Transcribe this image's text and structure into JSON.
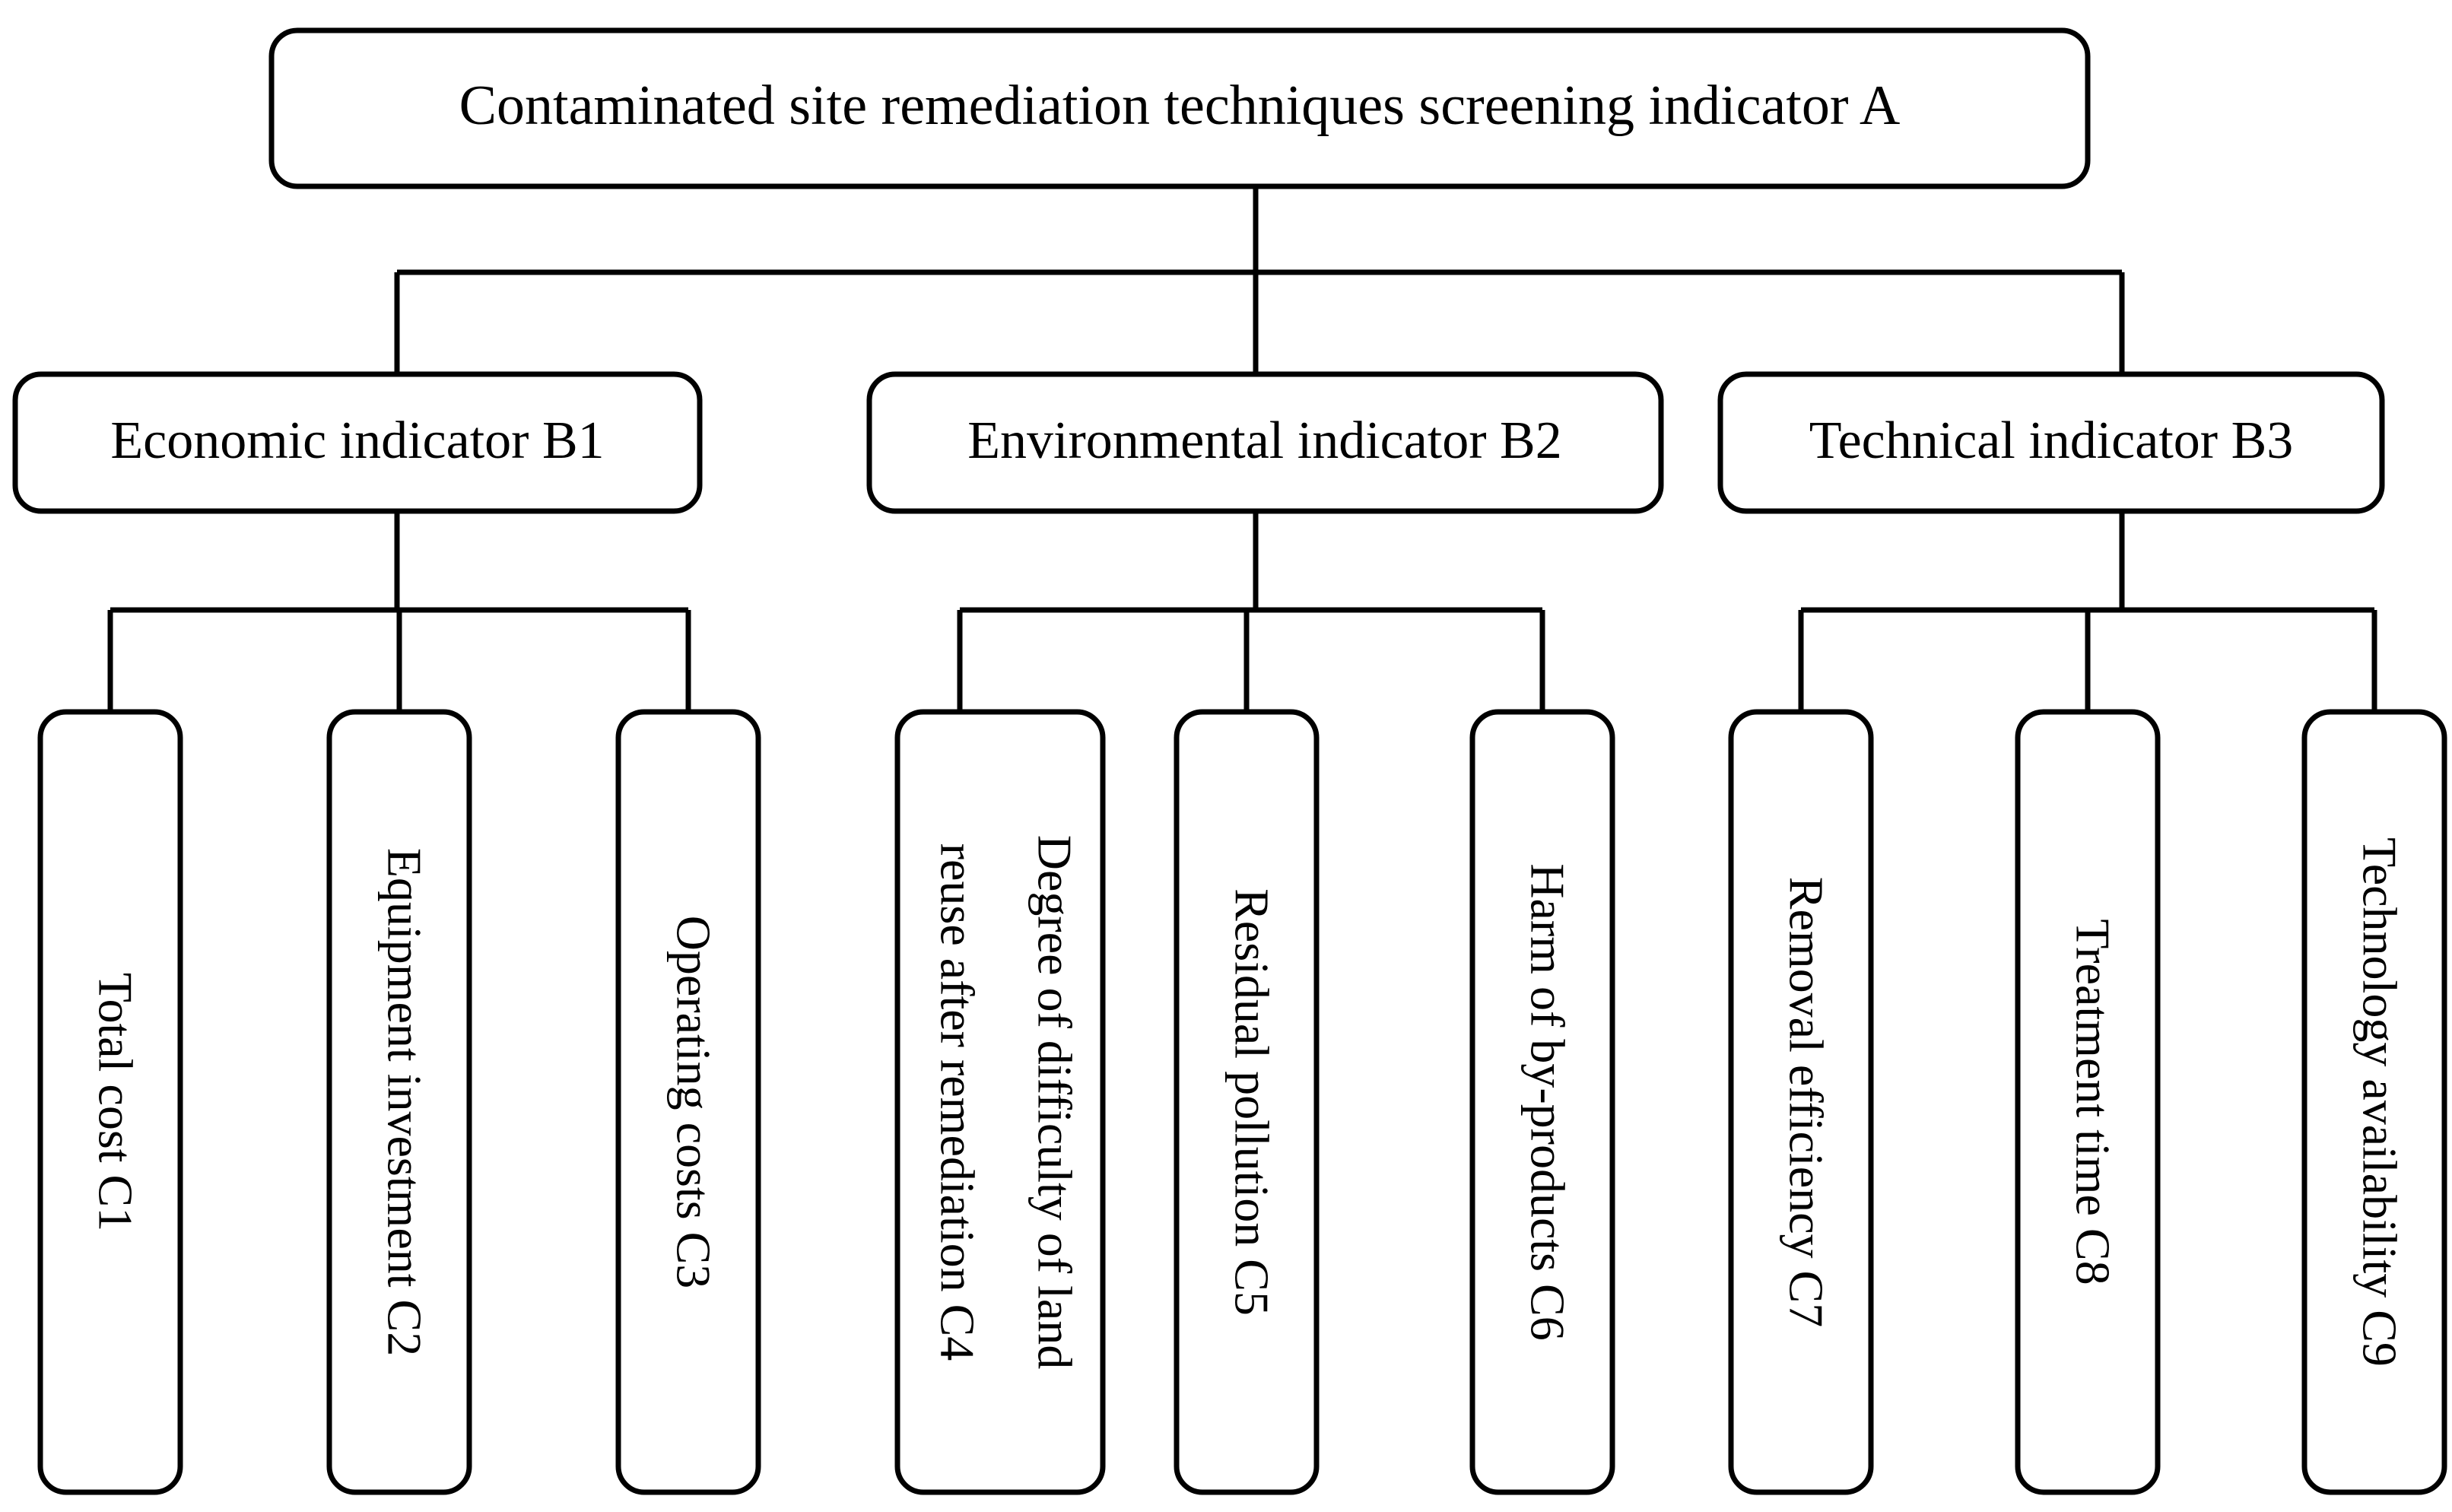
{
  "diagram": {
    "type": "hierarchy-tree",
    "title": "Contaminated site remediation techniques screening indicator hierarchy",
    "orientation": "top-down",
    "levels": 3,
    "colors": {
      "background": "#ffffff",
      "box_fill": "#ffffff",
      "stroke": "#000000",
      "text": "#000000"
    }
  },
  "root": {
    "id": "A",
    "label": "Contaminated site remediation techniques screening indicator A"
  },
  "branches": [
    {
      "id": "B1",
      "label": "Economic indicator B1",
      "leaves": [
        {
          "id": "C1",
          "label": "Total cost C1",
          "lines": [
            "Total cost C1"
          ]
        },
        {
          "id": "C2",
          "label": "Equipment investment C2",
          "lines": [
            "Equipment investment C2"
          ]
        },
        {
          "id": "C3",
          "label": "Operating costs C3",
          "lines": [
            "Operating costs C3"
          ]
        }
      ]
    },
    {
      "id": "B2",
      "label": "Environmental indicator B2",
      "leaves": [
        {
          "id": "C4",
          "label": "Degree of difficulty of land reuse after remediation C4",
          "lines": [
            "Degree of difficulty of land",
            "reuse after remediation C4"
          ]
        },
        {
          "id": "C5",
          "label": "Residual pollution C5",
          "lines": [
            "Residual pollution C5"
          ]
        },
        {
          "id": "C6",
          "label": "Harm of by-products C6",
          "lines": [
            "Harm of by-products C6"
          ]
        }
      ]
    },
    {
      "id": "B3",
      "label": "Technical indicator B3",
      "leaves": [
        {
          "id": "C7",
          "label": "Removal efficiency C7",
          "lines": [
            "Removal efficiency C7"
          ]
        },
        {
          "id": "C8",
          "label": "Treatment time C8",
          "lines": [
            "Treatment time C8"
          ]
        },
        {
          "id": "C9",
          "label": "Technology availability C9",
          "lines": [
            "Technology availability C9"
          ]
        }
      ]
    }
  ]
}
